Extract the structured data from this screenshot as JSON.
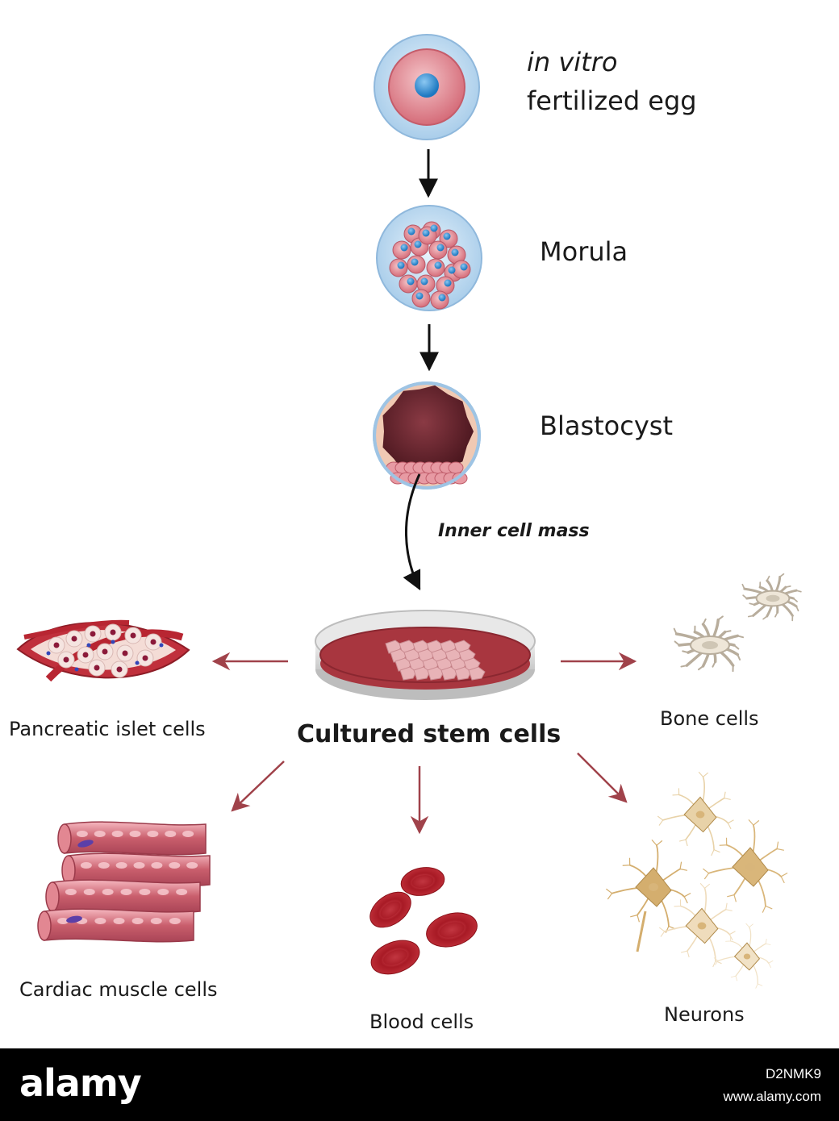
{
  "stages": {
    "egg": {
      "line1": "in vitro",
      "line2": "fertilized egg"
    },
    "morula": "Morula",
    "blastocyst": "Blastocyst",
    "inner_cell_mass": "Inner cell mass"
  },
  "center": {
    "label": "Cultured stem cells"
  },
  "outputs": {
    "pancreatic": "Pancreatic islet cells",
    "bone": "Bone cells",
    "cardiac": "Cardiac muscle cells",
    "blood": "Blood cells",
    "neurons": "Neurons"
  },
  "colors": {
    "arrow_black": "#111111",
    "arrow_red": "#a0424a",
    "zona": "#b9d8f0",
    "cytoplasm": "#d9707c",
    "nucleus": "#2f8fd6",
    "culture": "#a8363f"
  },
  "footer": {
    "brand": "alamy",
    "image_id": "D2NMK9",
    "site": "www.alamy.com"
  }
}
